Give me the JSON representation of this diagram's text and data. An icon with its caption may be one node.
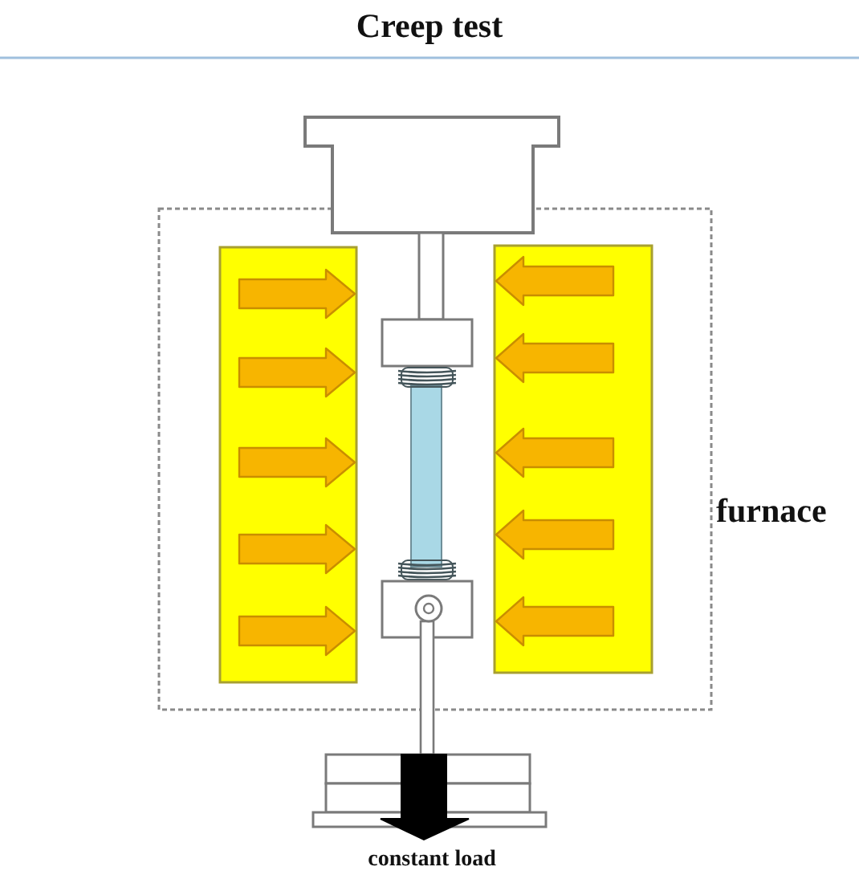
{
  "diagram": {
    "title": "Creep test",
    "labels": [
      "furnace",
      "constant load"
    ]
  }
}
